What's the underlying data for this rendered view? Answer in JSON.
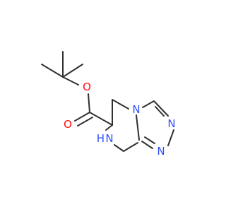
{
  "molecule": {
    "atom_labels": {
      "ester_oxygen": "O",
      "carbonyl_oxygen": "O",
      "nh_nitrogen": "N",
      "nh_hydrogen": "H",
      "bridgehead_nitrogen": "N",
      "ring_nitrogen_a": "N",
      "ring_nitrogen_b": "N"
    },
    "colors": {
      "carbon_bond": "#303030",
      "oxygen": "#FF0D0D",
      "nitrogen": "#3050F8"
    }
  }
}
